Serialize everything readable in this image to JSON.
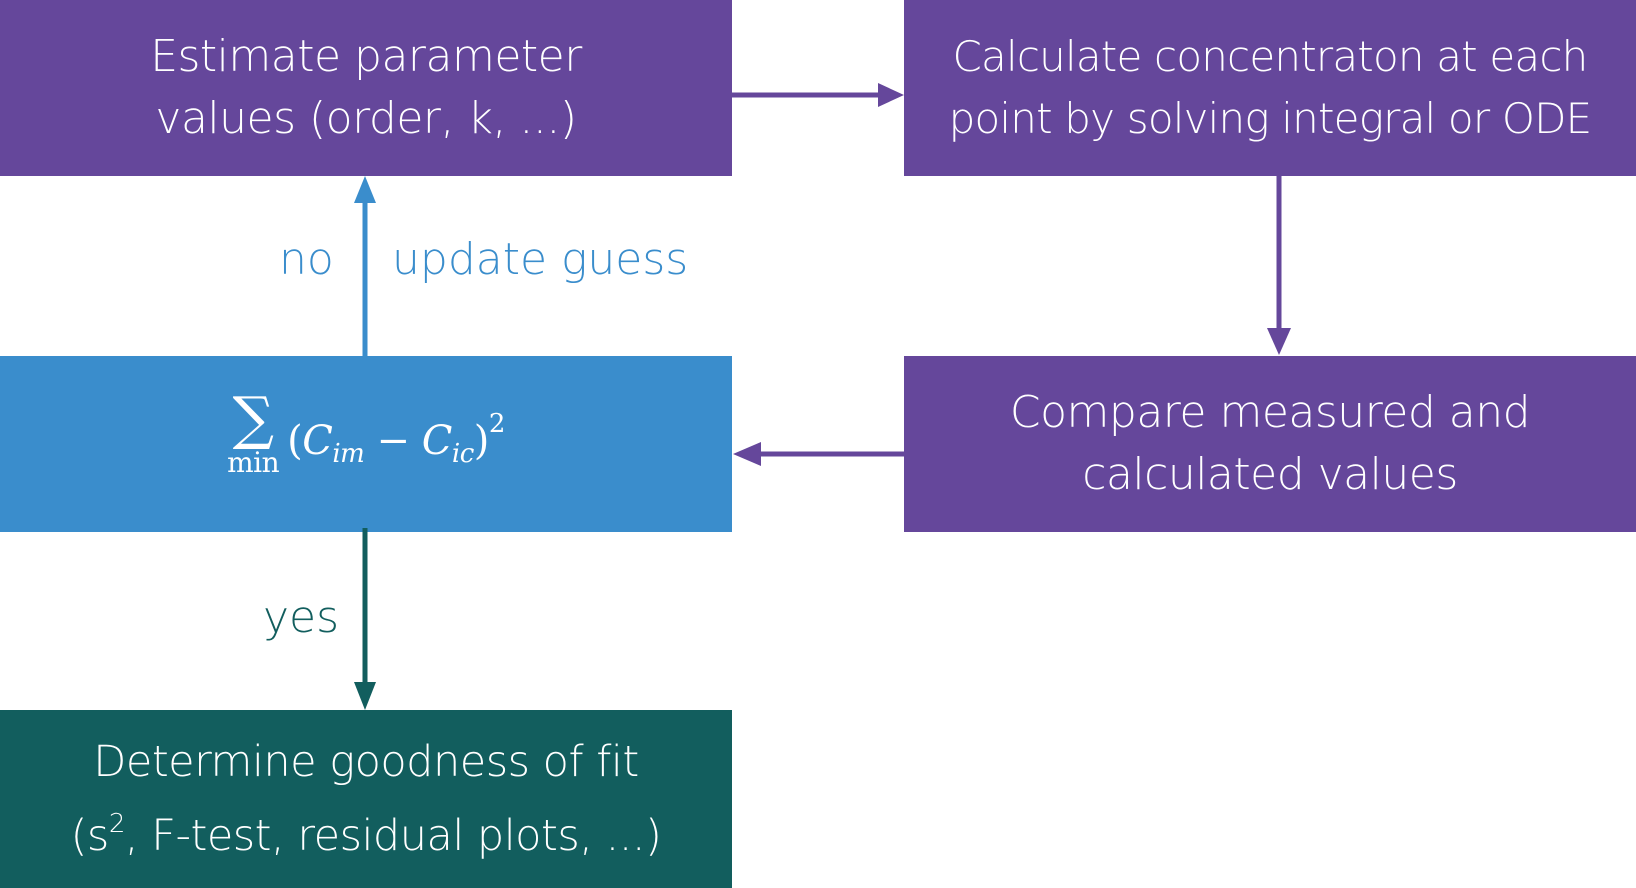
{
  "colors": {
    "process": "#65479b",
    "decision": "#3a8dcc",
    "result": "#125e5e",
    "background": "#ffffff"
  },
  "boxes": {
    "estimate": {
      "line1": "Estimate parameter",
      "line2": "values (order, k, ...)"
    },
    "calculate": {
      "line1": "Calculate concentraton at each",
      "line2": "point by solving integral or ODE"
    },
    "compare": {
      "line1": "Compare measured and",
      "line2": "calculated values"
    },
    "objective": {
      "sigma": "∑",
      "subscript": "min",
      "open": "(",
      "c1": "C",
      "c1_sub": "im",
      "minus": " − ",
      "c2": "C",
      "c2_sub": "ic",
      "close": ")",
      "power": "2"
    },
    "fit": {
      "line1": "Determine goodness of fit",
      "line2_prefix": "(s",
      "line2_sup": "2",
      "line2_suffix": ", F-test, residual plots, ...)"
    }
  },
  "labels": {
    "no": "no",
    "update": "update guess",
    "yes": "yes"
  },
  "edges": [
    {
      "from": "estimate",
      "to": "calculate"
    },
    {
      "from": "calculate",
      "to": "compare"
    },
    {
      "from": "compare",
      "to": "objective"
    },
    {
      "from": "objective",
      "to": "estimate",
      "label": "no / update guess"
    },
    {
      "from": "objective",
      "to": "fit",
      "label": "yes"
    }
  ]
}
